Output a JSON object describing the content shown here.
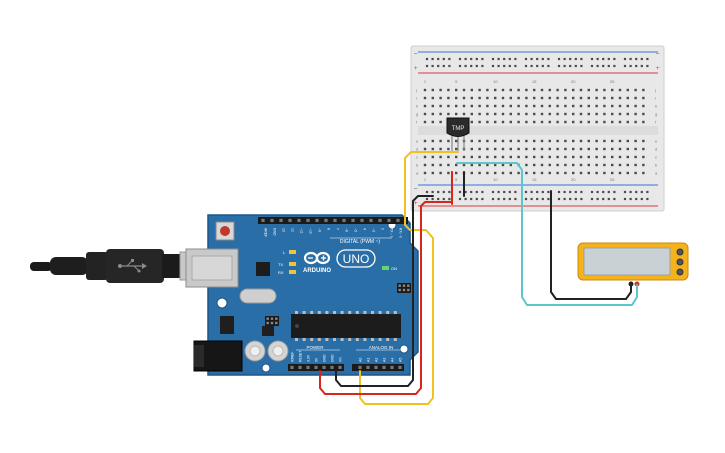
{
  "arduino": {
    "brand": "ARDUINO",
    "model": "UNO",
    "digital_label": "DIGITAL (PWM ~)",
    "power_label": "POWER",
    "analog_label": "ANALOG IN",
    "on_label": "ON",
    "tx_label": "TX",
    "rx_label": "RX",
    "l_label": "L",
    "digital_pins": [
      "AREF",
      "GND",
      "13",
      "12",
      "~11",
      "~10",
      "~9",
      "8",
      "7",
      "~6",
      "~5",
      "4",
      "~3",
      "2",
      "TX→1",
      "RX←0"
    ],
    "power_pins": [
      "IOREF",
      "RESET",
      "3.3V",
      "5V",
      "GND",
      "GND",
      "Vin"
    ],
    "analog_pins": [
      "A0",
      "A1",
      "A2",
      "A3",
      "A4",
      "A5"
    ]
  },
  "sensor": {
    "label": "TMP"
  },
  "breadboard": {
    "rows_top": [
      "j",
      "i",
      "h",
      "g",
      "f"
    ],
    "rows_bottom": [
      "e",
      "d",
      "c",
      "b",
      "a"
    ]
  },
  "colors": {
    "board": "#2a6ea8",
    "breadboard": "#e9e9e9",
    "wire_yellow": "#f2c021",
    "wire_red": "#d9251c",
    "wire_black": "#222222",
    "wire_cyan": "#5cc6cf",
    "multimeter": "#f4b21c",
    "lcd": "#c9d1d4"
  }
}
